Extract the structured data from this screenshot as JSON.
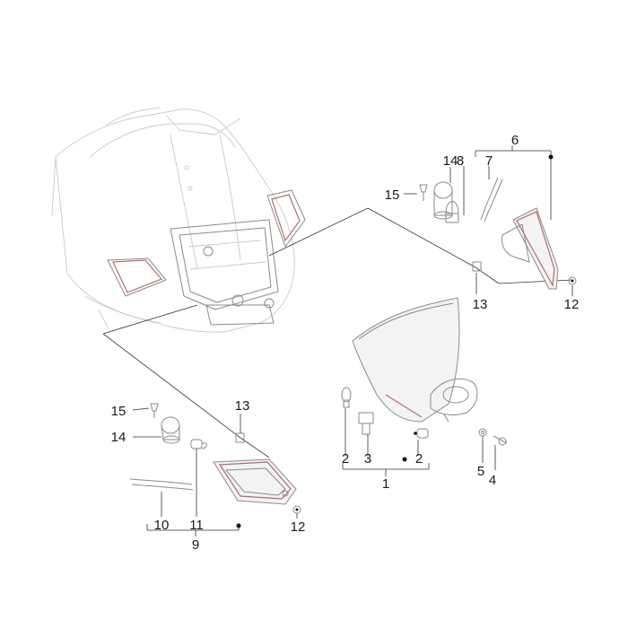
{
  "diagram": {
    "callouts": [
      "1",
      "2",
      "3",
      "2",
      "4",
      "5",
      "6",
      "7",
      "8",
      "14",
      "15",
      "13",
      "12",
      "9",
      "10",
      "11",
      "12",
      "13",
      "14",
      "15"
    ],
    "colors": {
      "outline": "#8a8a8a",
      "light_outline": "#c9c9c9",
      "accent": "#b56a6a",
      "text": "#1a1a1a",
      "background": "#ffffff"
    }
  }
}
